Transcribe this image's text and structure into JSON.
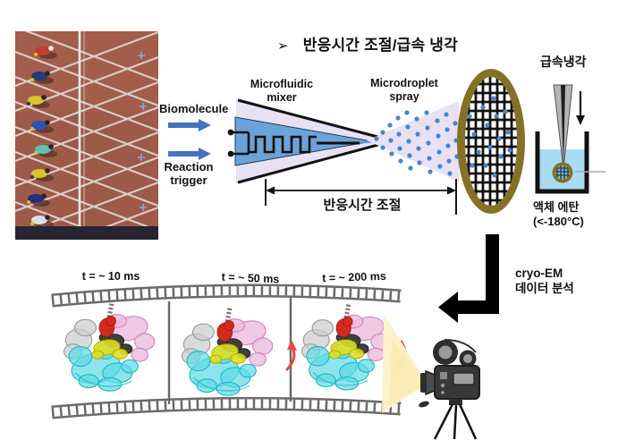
{
  "header": {
    "bullet": "➢",
    "title": "반응시간 조절/급속 냉각"
  },
  "mixer": {
    "input_top_label": "Biomolecule",
    "input_bottom_line1": "Reaction",
    "input_bottom_line2": "trigger",
    "mixer_line1": "Microfluidic",
    "mixer_line2": "mixer",
    "spray_line1": "Microdroplet",
    "spray_line2": "spray",
    "reaction_time_label": "반응시간 조절"
  },
  "cooling": {
    "label": "급속냉각",
    "ethane_line1": "액체 에탄",
    "ethane_line2": "(<-180°C)"
  },
  "film": {
    "frames": [
      {
        "time": "t = ~ 10 ms"
      },
      {
        "time": "t = ~ 50 ms"
      },
      {
        "time": "t = ~ 200 ms"
      }
    ]
  },
  "analysis": {
    "line1": "cryo-EM",
    "line2": "데이터 분석"
  },
  "colors": {
    "lavender": "#e7e1f3",
    "mixer_blue": "#6ba3d6",
    "droplet_blue": "#4a86c8",
    "label_arrow_blue": "#4472c4",
    "grid_olive": "#857125",
    "ethane_blue": "#a9dbf2",
    "film_gray": "#6a6a6a",
    "red_arrow": "#e8483f",
    "track_brown": "#9d5a49",
    "beam_yellow": "#fcf1c9"
  }
}
